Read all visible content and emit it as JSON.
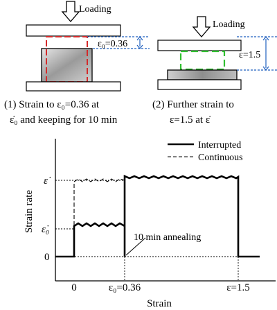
{
  "top": {
    "panel1": {
      "loading_label": "Loading",
      "strain_label": "ε₀=0.36",
      "caption_line1": "(1) Strain to ε₀=0.36 at",
      "caption_line2": "ε̇₀ and keeping for 10 min"
    },
    "panel2": {
      "loading_label": "Loading",
      "strain_label": "ε=1.5",
      "caption_line1": "(2) Further strain to",
      "caption_line2": "ε=1.5 at ε̇"
    },
    "colors": {
      "red": "#d42a2a",
      "green": "#2fbf2f",
      "blue": "#1f5fbf"
    }
  },
  "chart_data": {
    "type": "line",
    "title": "",
    "xlabel": "Strain",
    "ylabel": "Strain rate",
    "x_ticks": [
      "0",
      "ε₀=0.36",
      "ε=1.5"
    ],
    "y_ticks": [
      "0",
      "ε̇₀",
      "ε̇"
    ],
    "annotation": "10 min annealing",
    "legend_position": "top-right",
    "series": [
      {
        "name": "Interrupted",
        "style": "solid"
      },
      {
        "name": "Continuous",
        "style": "dashed"
      }
    ]
  }
}
